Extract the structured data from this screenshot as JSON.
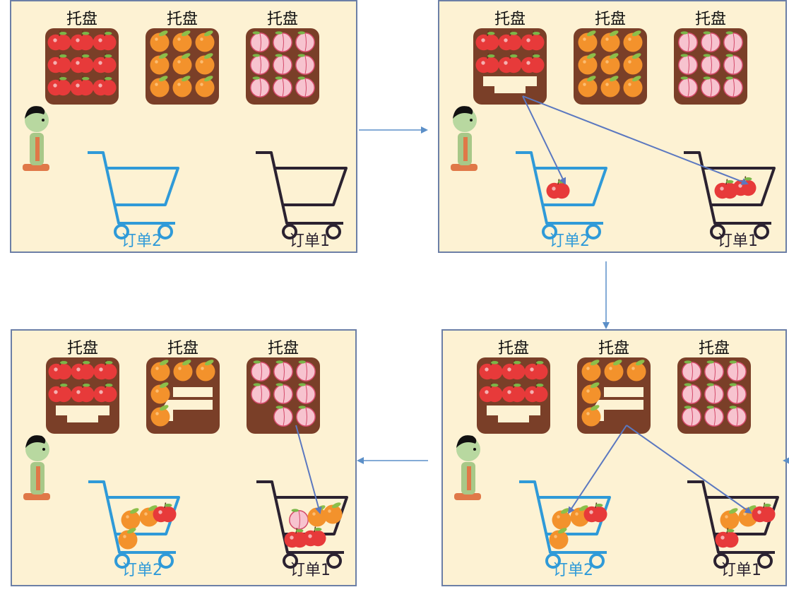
{
  "colors": {
    "panel_bg": "#fdf2d3",
    "panel_border": "#6c7fa6",
    "tray": "#7a3f28",
    "cart_blue": "#2f9ad8",
    "cart_dark": "#2b2230",
    "arrow": "#5b78c0",
    "flow_arrow": "#5b8fc8",
    "apple": "#e73a3a",
    "orange": "#f3922c",
    "peach": "#f7c3cf"
  },
  "tray_label": "托盘",
  "order2_label": "订单2",
  "order1_label": "订单1",
  "icons": [
    "person-icon",
    "apple-icon",
    "orange-icon",
    "peach-icon",
    "shopping-cart-icon"
  ],
  "panels": [
    {
      "id": "p1",
      "trays": [
        {
          "fruit": "apple",
          "full": [
            1,
            1,
            1,
            1,
            1,
            1,
            1,
            1,
            1
          ],
          "gap": false
        },
        {
          "fruit": "orange",
          "full": [
            1,
            1,
            1,
            1,
            1,
            1,
            1,
            1,
            1
          ],
          "gap": false
        },
        {
          "fruit": "peach",
          "full": [
            1,
            1,
            1,
            1,
            1,
            1,
            1,
            1,
            1
          ],
          "gap": false
        }
      ],
      "cart_left": [],
      "cart_right": [],
      "arrows": []
    },
    {
      "id": "p2",
      "trays": [
        {
          "fruit": "apple",
          "full": [
            1,
            1,
            1,
            1,
            1,
            1,
            0,
            0,
            0
          ],
          "gap": "bottom"
        },
        {
          "fruit": "orange",
          "full": [
            1,
            1,
            1,
            1,
            1,
            1,
            1,
            1,
            1
          ],
          "gap": false
        },
        {
          "fruit": "peach",
          "full": [
            1,
            1,
            1,
            1,
            1,
            1,
            1,
            1,
            1
          ],
          "gap": false
        }
      ],
      "cart_left": [
        "apple"
      ],
      "cart_right": [
        "apple",
        "apple"
      ],
      "arrows": [
        [
          0,
          "left"
        ],
        [
          0,
          "right"
        ]
      ]
    },
    {
      "id": "p3",
      "trays": [
        {
          "fruit": "apple",
          "full": [
            1,
            1,
            1,
            1,
            1,
            1,
            0,
            0,
            0
          ],
          "gap": "bottom"
        },
        {
          "fruit": "orange",
          "full": [
            1,
            1,
            1,
            1,
            0,
            0,
            1,
            0,
            0
          ],
          "gap": "side"
        },
        {
          "fruit": "peach",
          "full": [
            1,
            1,
            1,
            1,
            1,
            1,
            0,
            1,
            1
          ],
          "gap": false
        }
      ],
      "cart_left": [
        "orange",
        "orange",
        "apple",
        "orange"
      ],
      "cart_right": [
        "peach",
        "orange",
        "orange",
        "apple",
        "apple"
      ],
      "arrows": [
        [
          2,
          "right"
        ]
      ]
    },
    {
      "id": "p4",
      "trays": [
        {
          "fruit": "apple",
          "full": [
            1,
            1,
            1,
            1,
            1,
            1,
            0,
            0,
            0
          ],
          "gap": "bottom"
        },
        {
          "fruit": "orange",
          "full": [
            1,
            1,
            1,
            1,
            0,
            0,
            1,
            0,
            0
          ],
          "gap": "side"
        },
        {
          "fruit": "peach",
          "full": [
            1,
            1,
            1,
            1,
            1,
            1,
            1,
            1,
            1
          ],
          "gap": false
        }
      ],
      "cart_left": [
        "orange",
        "orange",
        "apple",
        "orange"
      ],
      "cart_right": [
        "orange",
        "orange",
        "apple",
        "apple"
      ],
      "arrows": [
        [
          1,
          "left"
        ],
        [
          1,
          "right"
        ]
      ]
    }
  ]
}
